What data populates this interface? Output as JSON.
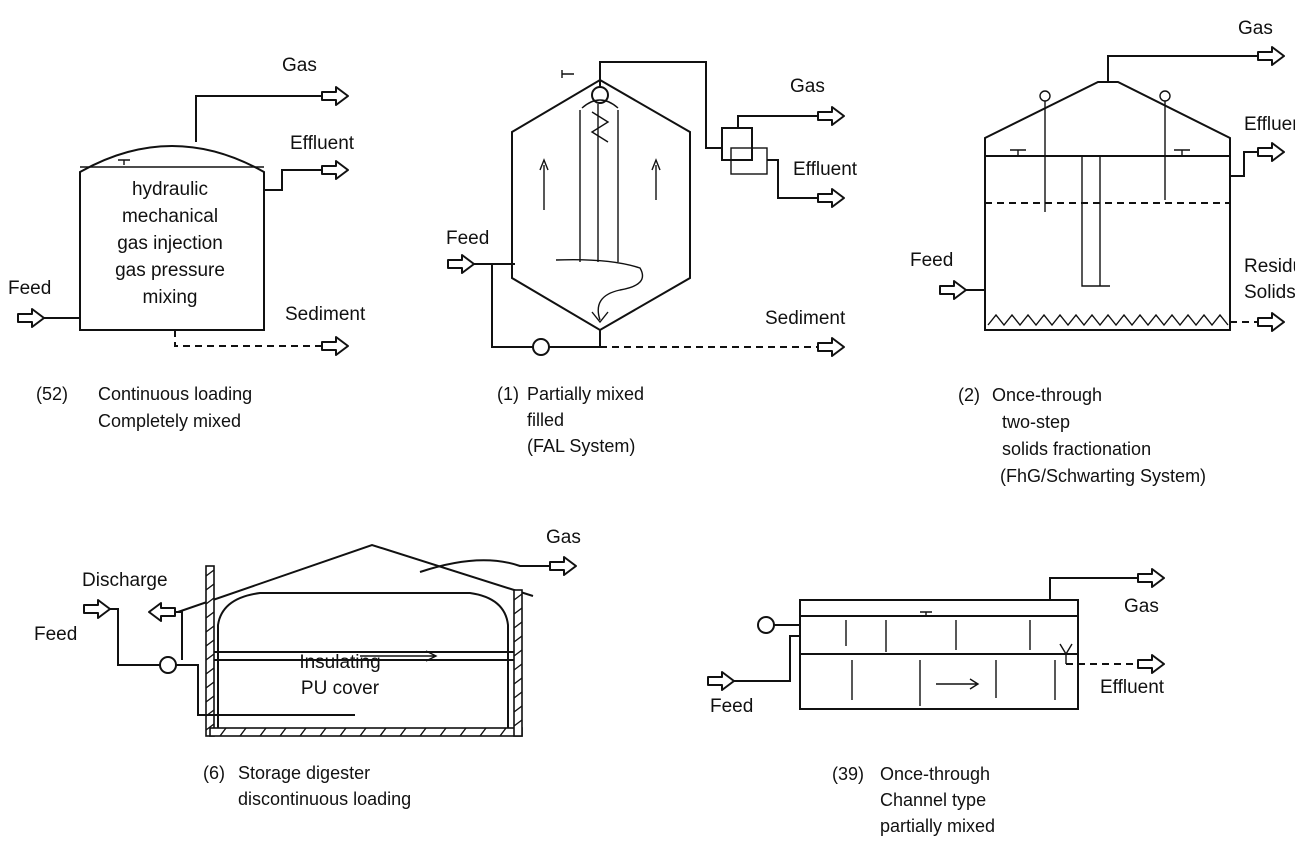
{
  "diagrams": {
    "d52": {
      "gas": "Gas",
      "effluent": "Effluent",
      "feed": "Feed",
      "sediment": "Sediment",
      "inner": [
        "hydraulic",
        "mechanical",
        "gas injection",
        "gas pressure",
        "mixing"
      ],
      "caption_num": "(52)",
      "caption": [
        "Continuous loading",
        "Completely mixed"
      ]
    },
    "d1": {
      "gas": "Gas",
      "effluent": "Effluent",
      "feed": "Feed",
      "sediment": "Sediment",
      "caption_num": "(1)",
      "caption": [
        "Partially mixed",
        "filled",
        "(FAL System)"
      ]
    },
    "d2": {
      "gas": "Gas",
      "effluent": "Effluent",
      "feed": "Feed",
      "residual": "Residual",
      "solids": "Solids",
      "caption_num": "(2)",
      "caption": [
        "Once-through",
        "two-step",
        "solids fractionation",
        "(FhG/Schwarting System)"
      ]
    },
    "d6": {
      "gas": "Gas",
      "discharge": "Discharge",
      "feed": "Feed",
      "inner": [
        "Insulating",
        "PU cover"
      ],
      "caption_num": "(6)",
      "caption": [
        "Storage digester",
        "discontinuous loading"
      ]
    },
    "d39": {
      "gas": "Gas",
      "effluent": "Effluent",
      "feed": "Feed",
      "caption_num": "(39)",
      "caption": [
        "Once-through",
        "Channel type",
        "partially mixed"
      ]
    }
  }
}
